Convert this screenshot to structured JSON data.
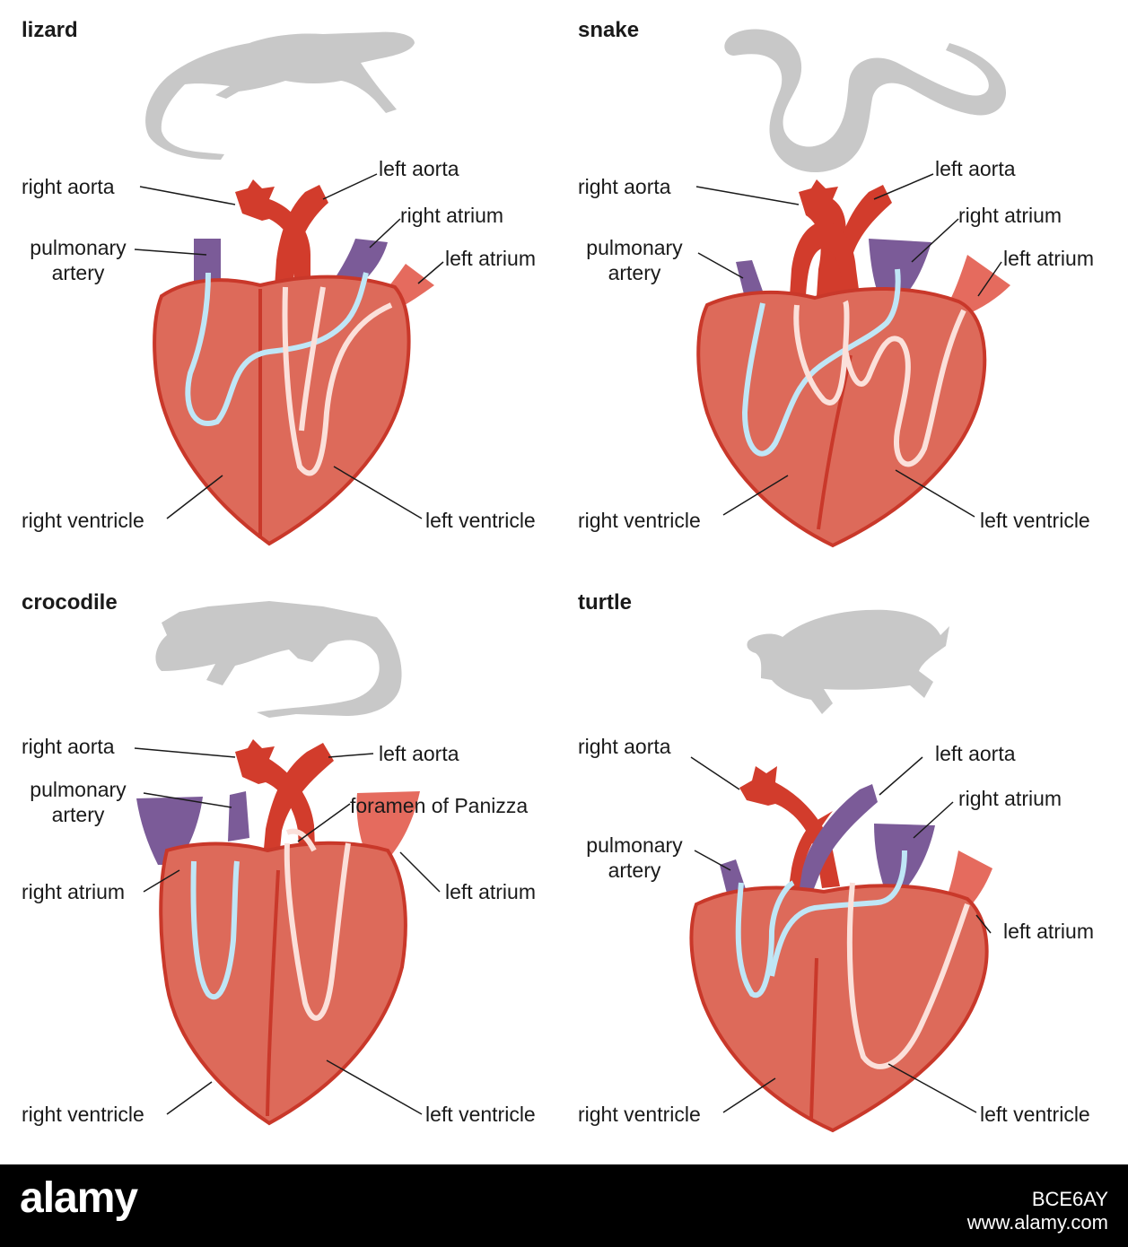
{
  "colors": {
    "heart": "#dd6a5a",
    "heart_outline": "#c9382a",
    "vessel": "#d23c2c",
    "deoxy_vessel": "#7b5b98",
    "blue_flow": "#bfe6f6",
    "pink_flow": "#fbe0da",
    "silhouette": "#c8c8c8"
  },
  "panels": {
    "lizard": {
      "title": "lizard",
      "labels": {
        "right_aorta": "right aorta",
        "left_aorta": "left aorta",
        "right_atrium": "right atrium",
        "left_atrium": "left atrium",
        "pulmonary1": "pulmonary",
        "pulmonary2": "artery",
        "right_ventricle": "right ventricle",
        "left_ventricle": "left ventricle"
      }
    },
    "snake": {
      "title": "snake",
      "labels": {
        "right_aorta": "right aorta",
        "left_aorta": "left aorta",
        "right_atrium": "right atrium",
        "left_atrium": "left atrium",
        "pulmonary1": "pulmonary",
        "pulmonary2": "artery",
        "right_ventricle": "right ventricle",
        "left_ventricle": "left ventricle"
      }
    },
    "crocodile": {
      "title": "crocodile",
      "labels": {
        "right_aorta": "right aorta",
        "left_aorta": "left aorta",
        "pulmonary1": "pulmonary",
        "pulmonary2": "artery",
        "foramen": "foramen of Panizza",
        "right_atrium": "right atrium",
        "left_atrium": "left atrium",
        "right_ventricle": "right ventricle",
        "left_ventricle": "left ventricle"
      }
    },
    "turtle": {
      "title": "turtle",
      "labels": {
        "right_aorta": "right aorta",
        "left_aorta": "left aorta",
        "right_atrium": "right atrium",
        "pulmonary1": "pulmonary",
        "pulmonary2": "artery",
        "left_atrium": "left atrium",
        "right_ventricle": "right ventricle",
        "left_ventricle": "left ventricle"
      }
    }
  },
  "footer": {
    "brand": "alamy",
    "code": "BCE6AY",
    "url": "www.alamy.com"
  }
}
